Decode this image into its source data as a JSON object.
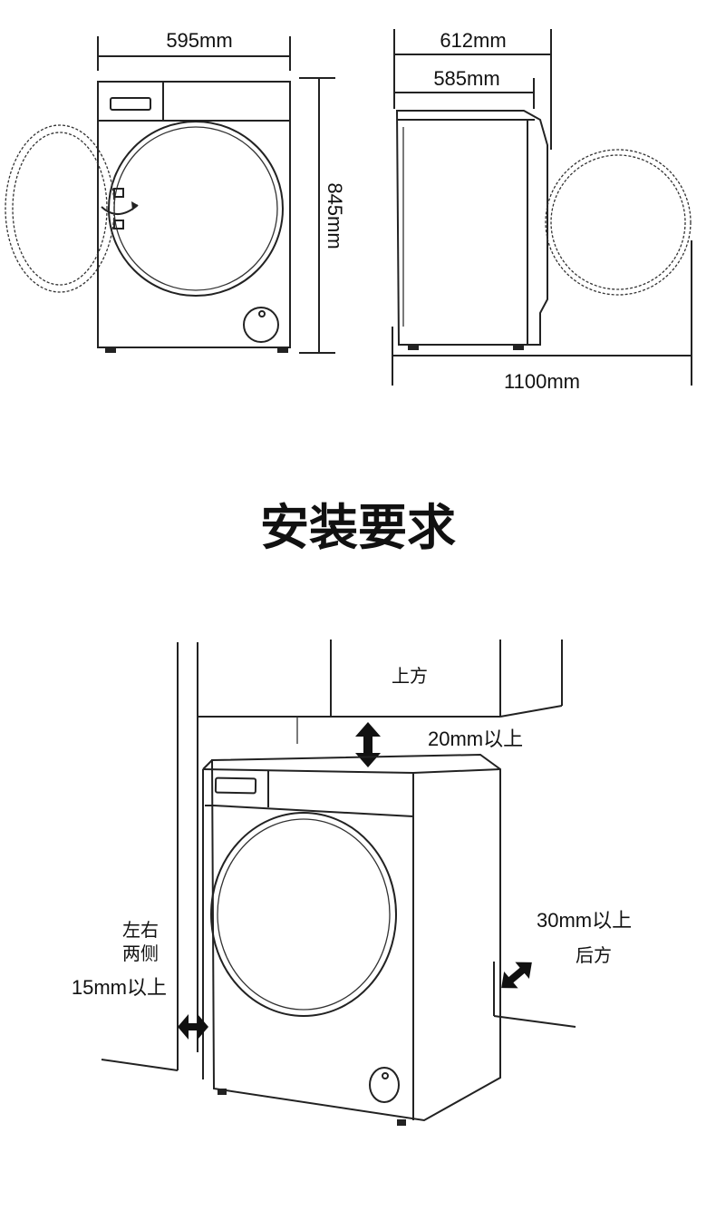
{
  "dimensions": {
    "front_width": "595mm",
    "height": "845mm",
    "side_depth_total": "612mm",
    "side_depth_body": "585mm",
    "door_open_depth": "1100mm"
  },
  "section_title": "安装要求",
  "installation": {
    "top_label": "上方",
    "top_clearance": "20mm以上",
    "side_label_line1": "左右",
    "side_label_line2": "两侧",
    "side_clearance": "15mm以上",
    "back_clearance": "30mm以上",
    "back_label": "后方"
  }
}
